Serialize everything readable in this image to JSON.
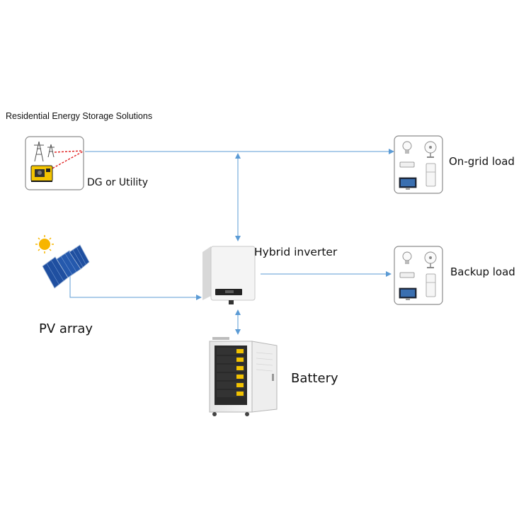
{
  "title": "Residential Energy Storage Solutions",
  "nodes": {
    "utility": {
      "label": "DG or Utility",
      "icons": [
        "transmission-tower-icon",
        "generator-icon"
      ]
    },
    "on_grid_load": {
      "label": "On-grid load",
      "icons": [
        "light-bulb-icon",
        "fan-icon",
        "router-icon",
        "refrigerator-icon",
        "monitor-icon"
      ]
    },
    "pv": {
      "label": "PV array",
      "icons": [
        "sun-icon",
        "solar-panel-icon"
      ]
    },
    "inverter": {
      "label": "Hybrid inverter",
      "icons": [
        "inverter-icon"
      ]
    },
    "backup_load": {
      "label": "Backup load",
      "icons": [
        "light-bulb-icon",
        "fan-icon",
        "router-icon",
        "refrigerator-icon",
        "monitor-icon"
      ]
    },
    "battery": {
      "label": "Battery",
      "icons": [
        "battery-cabinet-icon"
      ]
    }
  },
  "colors": {
    "connector": "#5b9bd5",
    "dashed_link": "#e02020",
    "box_border": "#8c8c8c",
    "battery_module": "#f2c200",
    "sun": "#f7b500",
    "panel": "#1f4fa0"
  }
}
